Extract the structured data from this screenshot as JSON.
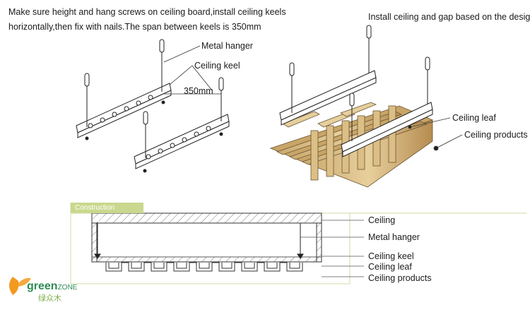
{
  "instructions": {
    "left_line1": "Make sure height and hang screws on ceiling board,install ceiling keels",
    "left_line2": "horizontally,then fix with nails.The span between keels is 350mm",
    "right": "Install ceiling and gap based on the design"
  },
  "callouts_left": {
    "metal_hanger": "Metal hanger",
    "ceiling_keel": "Ceiling keel",
    "span": "350mm"
  },
  "callouts_right": {
    "ceiling_leaf": "Ceiling leaf",
    "ceiling_products": "Ceiling products"
  },
  "construction": {
    "tab": "Construction drawings",
    "labels": [
      "Ceiling",
      "Metal hanger",
      "Ceiling keel",
      "Ceiling leaf",
      "Ceiling products"
    ]
  },
  "brand": {
    "name": "green",
    "suffix": "ZONE",
    "chinese": "绿众木",
    "colors": {
      "orange": "#f29a1f",
      "green": "#2e8b57",
      "light_green": "#c9d88e"
    }
  }
}
